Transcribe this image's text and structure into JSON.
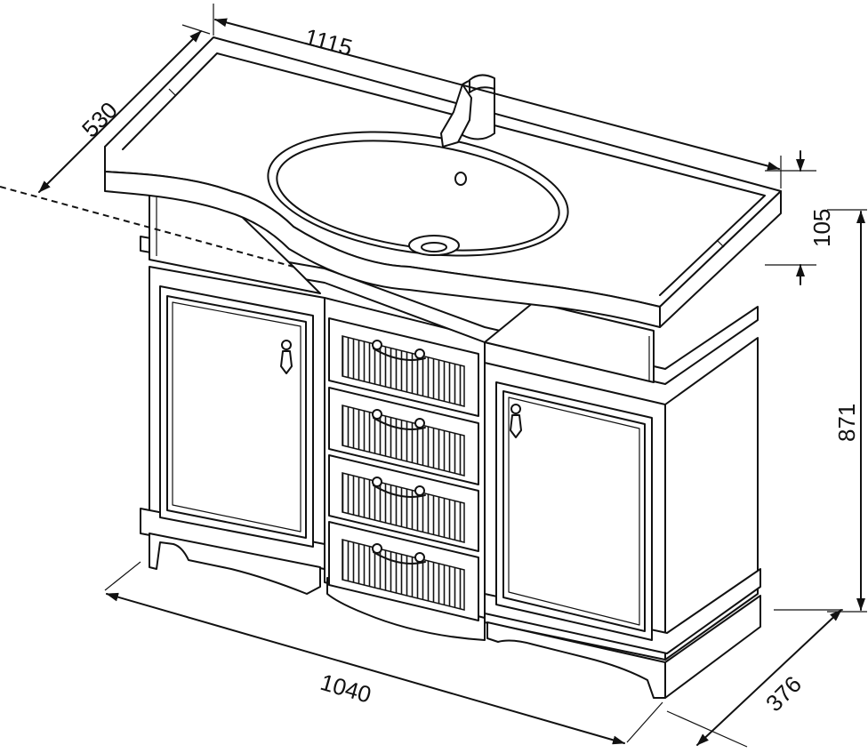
{
  "dimensions": {
    "width_top": "1115",
    "depth_top": "530",
    "sink_height": "105",
    "total_height": "871",
    "width_base": "1040",
    "depth_base": "376"
  }
}
